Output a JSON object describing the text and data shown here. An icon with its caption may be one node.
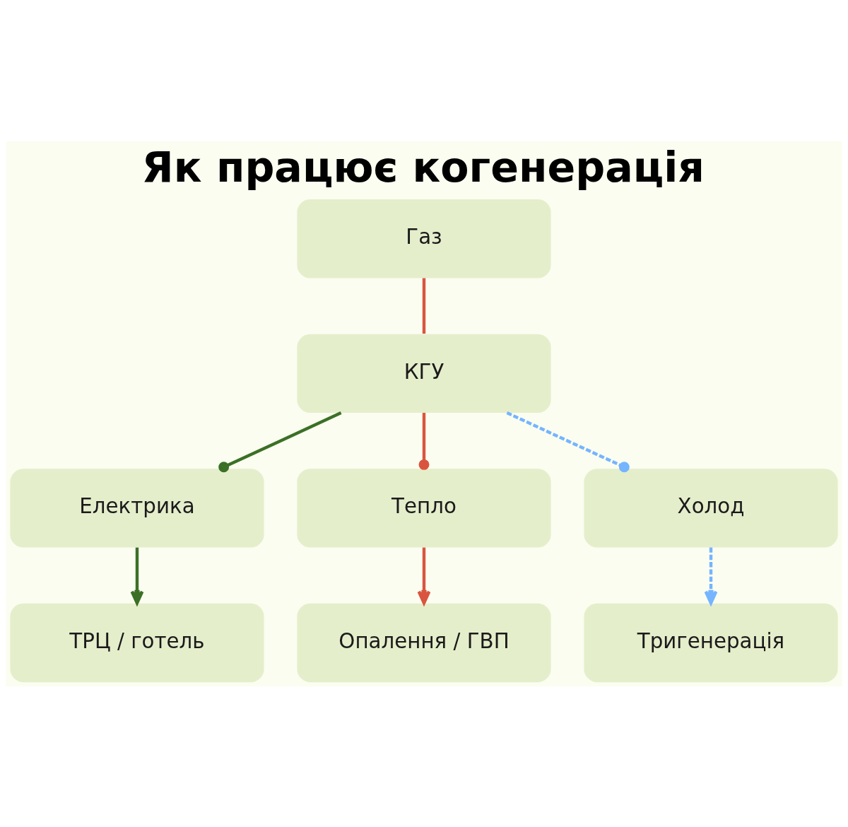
{
  "diagram": {
    "title": "Як працює когенерація",
    "nodes": [
      {
        "text": [
          "Газ"
        ]
      },
      {
        "text": [
          "КГУ"
        ]
      },
      {
        "text": [
          "Електрика"
        ]
      },
      {
        "text": [
          "Тепло"
        ]
      },
      {
        "text": [
          "Холод"
        ]
      },
      {
        "text": [
          "ТРЦ / готель"
        ]
      },
      {
        "text": [
          "Опалення / ГВП"
        ]
      },
      {
        "text": [
          "Тригенерація"
        ]
      }
    ],
    "edges": [
      {
        "from": 0,
        "to": 1,
        "arrow": "none",
        "color": "#d9553f"
      },
      {
        "from": 1,
        "to": 2,
        "arrow": "other",
        "color": "#3b7026"
      },
      {
        "from": 1,
        "to": 3,
        "arrow": "other",
        "color": "#d9553f"
      },
      {
        "from": 1,
        "to": 4,
        "arrow": "other",
        "style": "dashed",
        "color": "#75b4ff"
      },
      {
        "from": 2,
        "to": 5,
        "arrow": "to",
        "color": "#3b7026"
      },
      {
        "from": 3,
        "to": 6,
        "arrow": "to",
        "color": "#d9553f"
      },
      {
        "from": 4,
        "to": 7,
        "arrow": "to",
        "style": "dashed",
        "color": "#75b4ff"
      }
    ]
  }
}
